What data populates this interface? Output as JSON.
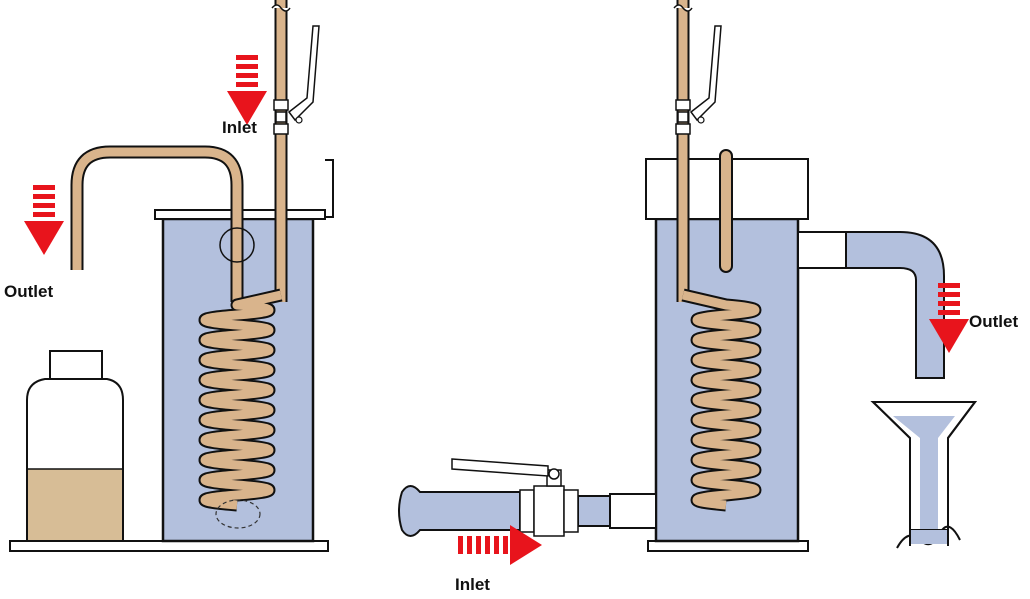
{
  "colors": {
    "water": "#b3c0dd",
    "copper": "#d9b48c",
    "liquid": "#d7bd96",
    "arrow": "#e8141c",
    "outline": "#111111",
    "background": "#ffffff"
  },
  "left_setup": {
    "inlet_label": "Inlet",
    "outlet_label": "Outlet",
    "inlet_arrow_icon": "arrow-down-dashed-icon",
    "outlet_arrow_icon": "arrow-down-dashed-icon"
  },
  "right_setup": {
    "inlet_label": "Inlet",
    "outlet_label": "Outlet",
    "inlet_arrow_icon": "arrow-right-dashed-icon",
    "outlet_arrow_icon": "arrow-down-dashed-icon"
  }
}
